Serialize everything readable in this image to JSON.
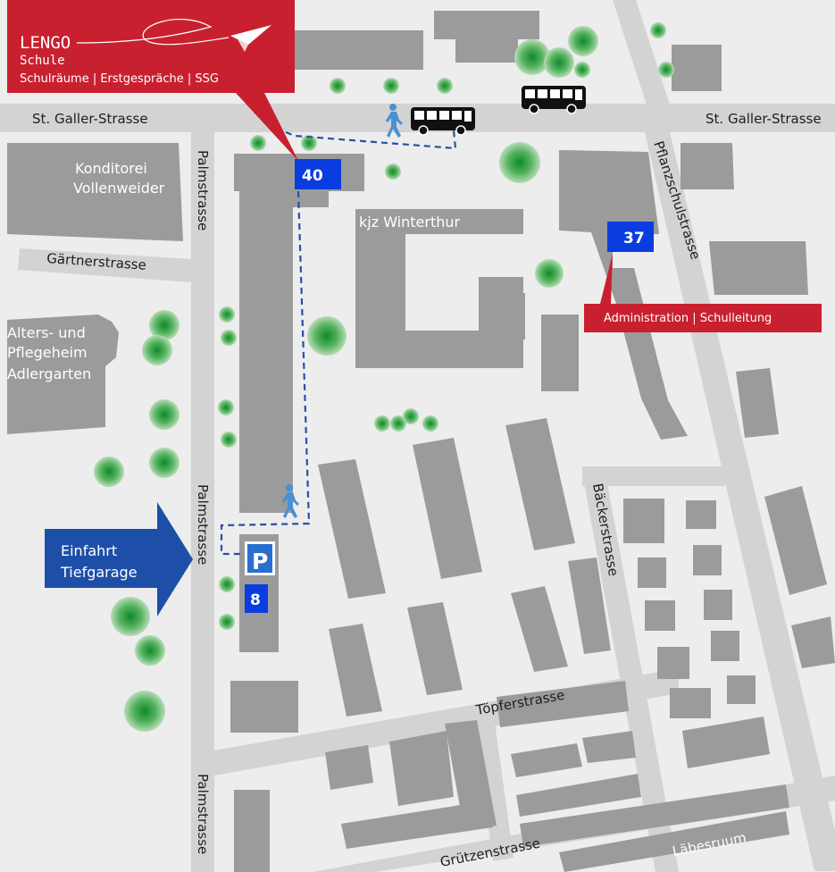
{
  "brand": {
    "logo_text": "LENGO",
    "subtitle": "Schule",
    "tagline": "Schulräume | Erstgespräche | SSG",
    "color": "#c8202f"
  },
  "streets": {
    "st_galler_left": "St. Galler-Strasse",
    "st_galler_right": "St. Galler-Strasse",
    "palmstrasse_1": "Palmstrasse",
    "palmstrasse_2": "Palmstrasse",
    "palmstrasse_3": "Palmstrasse",
    "gaertnerstrasse": "Gärtnerstrasse",
    "pflanzschulstrasse": "Pflanzschulstrasse",
    "baeckerstrasse": "Bäckerstrasse",
    "toepferstrasse": "Töpferstrasse",
    "gruetzenstrasse": "Grützenstrasse",
    "laebesruum": "Läbesruum"
  },
  "places": {
    "konditorei_line1": "Konditorei",
    "konditorei_line2": "Vollenweider",
    "kjz": "kjz Winterthur",
    "alters_line1": "Alters- und",
    "alters_line2": "Pflegeheim",
    "alters_line3": "Adlergarten"
  },
  "markers": {
    "house_40": "40",
    "house_37": "37",
    "house_8": "8",
    "parking": "P",
    "marker_color": "#0a3de0"
  },
  "callouts": {
    "administration": "Administration | Schulleitung",
    "einfahrt_line1": "Einfahrt",
    "einfahrt_line2": "Tiefgarage",
    "arrow_color": "#1e4fa8"
  },
  "icons": {
    "bus": "bus-icon",
    "pedestrian": "pedestrian-icon",
    "tree": "tree-icon",
    "parking": "parking-icon"
  }
}
